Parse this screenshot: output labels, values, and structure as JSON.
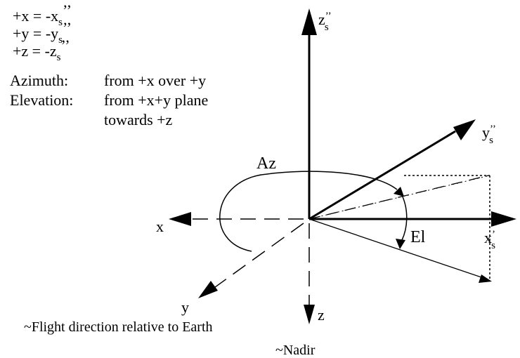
{
  "legend": {
    "line1": {
      "main": "+x  =  -x",
      "sub": "s",
      "sup": "’’"
    },
    "line2": {
      "main": "+y  =  -y",
      "sub": "s",
      "sup": "’’"
    },
    "line3": {
      "main": "+z  =  -z",
      "sub": "s",
      "sup": "’’"
    },
    "azimuth_label": "Azimuth:",
    "azimuth_desc": "from +x over +y",
    "elevation_label": "Elevation:",
    "elevation_desc1": "from +x+y plane",
    "elevation_desc2": "towards +z"
  },
  "axes": {
    "zs": {
      "main": "z",
      "sup": "’’",
      "sub": "s"
    },
    "ys": {
      "main": "y",
      "sup": "’’",
      "sub": "s"
    },
    "xs": {
      "main": "x",
      "sup": "’",
      "sub": "s"
    },
    "x": "x",
    "y": "y",
    "z": "z"
  },
  "angles": {
    "az": "Az",
    "el": "El"
  },
  "notes": {
    "flight": "~Flight direction relative to Earth",
    "nadir": "~Nadir"
  },
  "colors": {
    "stroke": "#000000",
    "background": "#ffffff"
  }
}
